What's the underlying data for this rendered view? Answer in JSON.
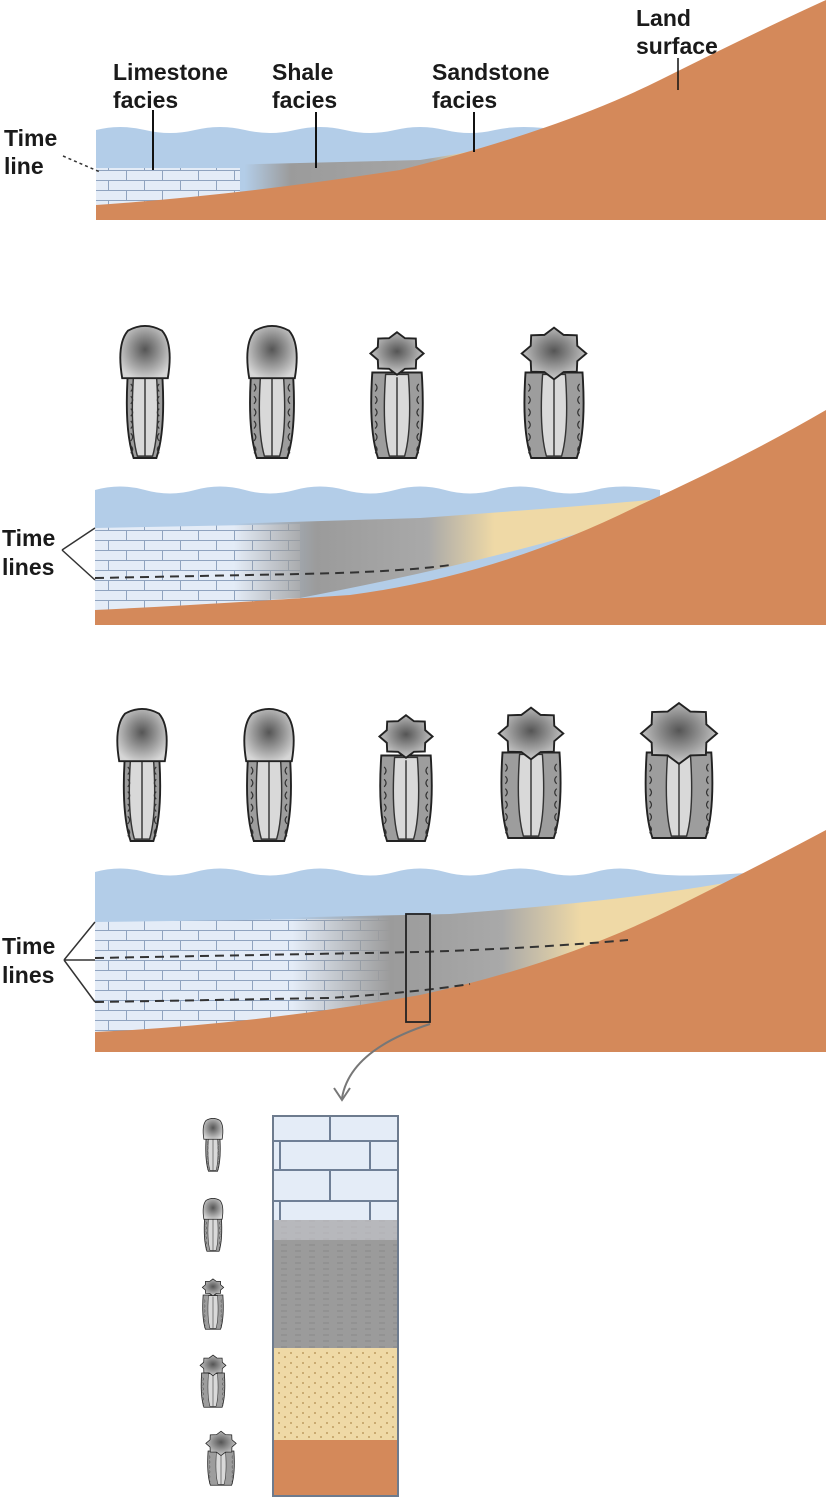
{
  "labels": {
    "limestone": [
      "Limestone",
      "facies"
    ],
    "shale": [
      "Shale",
      "facies"
    ],
    "sandstone": [
      "Sandstone",
      "facies"
    ],
    "land": [
      "Land",
      "surface"
    ],
    "time_line": [
      "Time",
      "line"
    ],
    "time_lines_1": [
      "Time",
      "lines"
    ],
    "time_lines_2": [
      "Time",
      "lines"
    ]
  },
  "colors": {
    "water": "#b3cde8",
    "land": "#d4895a",
    "limestone": "#e4ecf7",
    "shale": "#9a9a9a",
    "sand": "#efd9a6"
  },
  "fossil_rows": {
    "stage2_count": 4,
    "stage3_count": 5,
    "column_count": 5
  }
}
